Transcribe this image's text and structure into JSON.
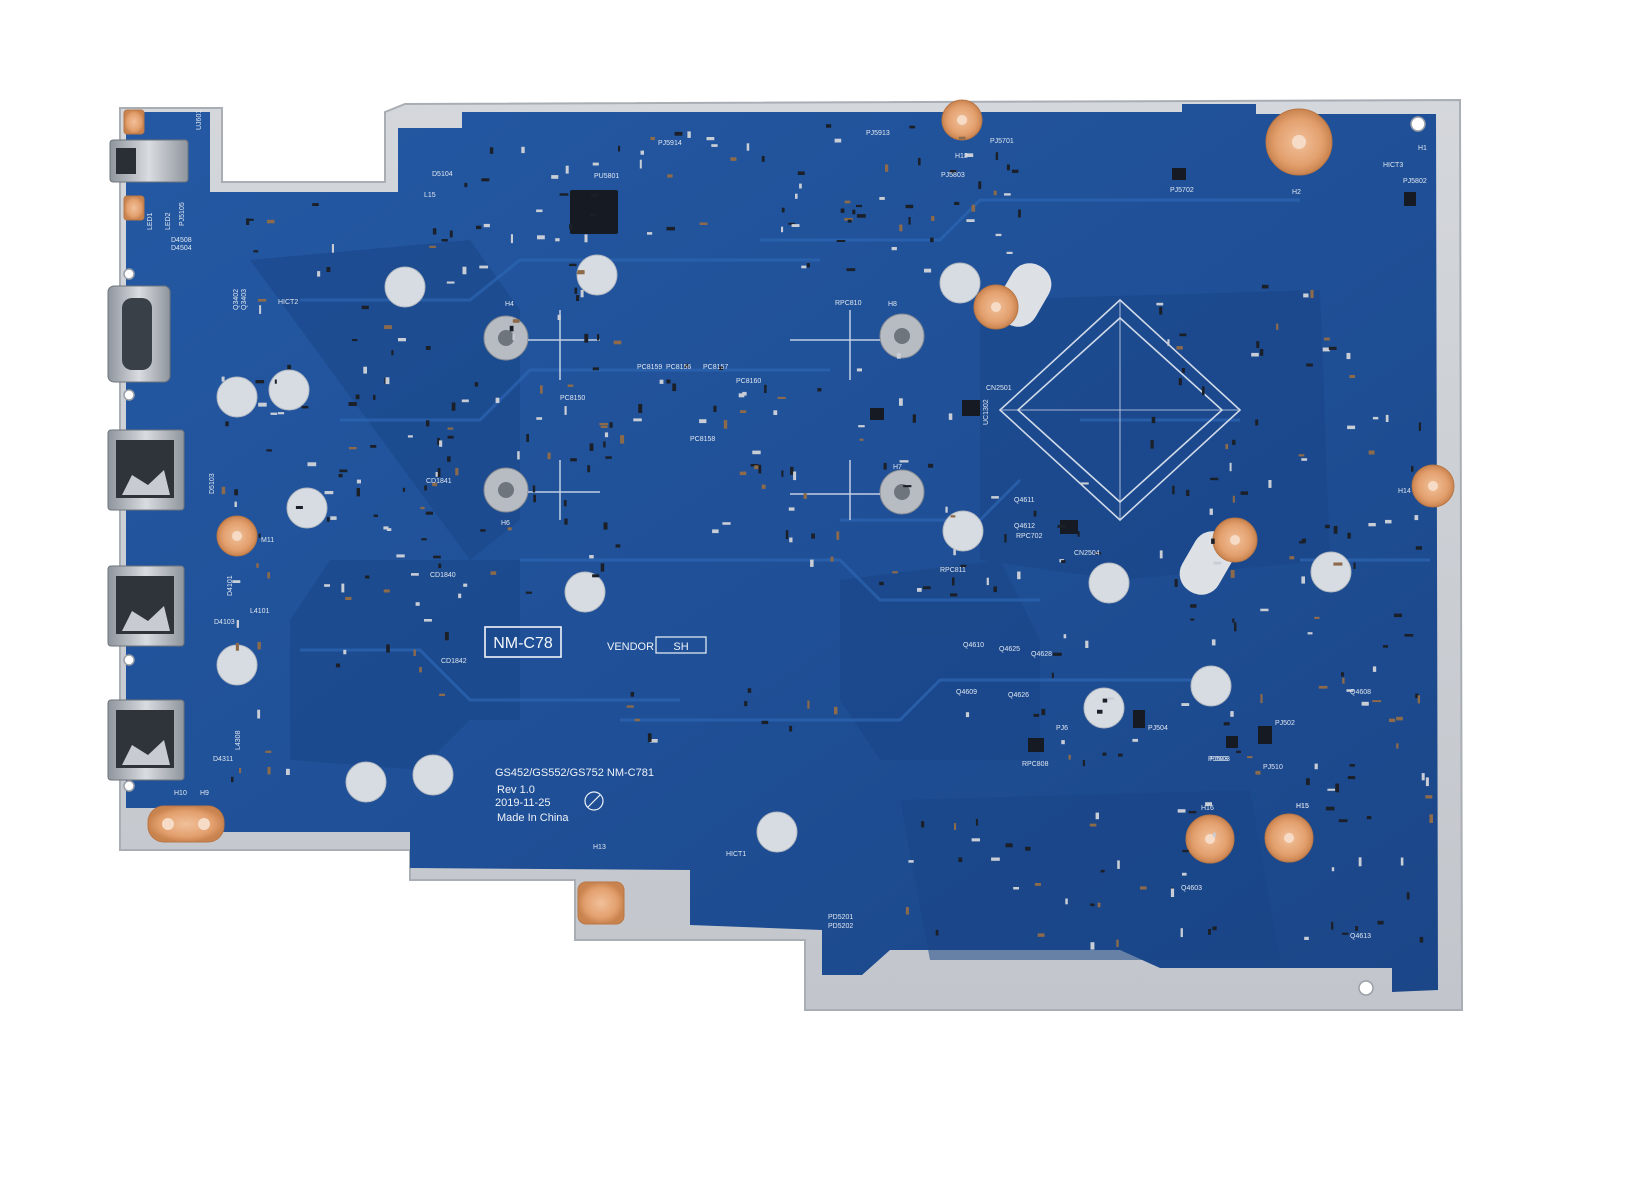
{
  "colors": {
    "background": "#ffffff",
    "pcb_blue": "#1f4f96",
    "pcb_blue_dark": "#163c78",
    "pcb_blue_light": "#2c63ad",
    "frame": "#c9cdd2",
    "frame_edge": "#a9aeb5",
    "copper_pad": "#e7a978",
    "silkscreen": "#e9eef5",
    "chip_black": "#161a22",
    "port_metal": "#b7bcc3"
  },
  "board": {
    "model_box": "NM-C78",
    "vendor_label": "VENDOR",
    "vendor_value": "SH",
    "board_lines": [
      "GS452/GS552/GS752 NM-C781",
      "Rev 1.0",
      "2019-11-25",
      "Made In China"
    ]
  },
  "silkscreen_labels": [
    "UJ601",
    "D5104",
    "L15",
    "LED1",
    "LED2",
    "D4508",
    "D4504",
    "PJ5105",
    "Q3402",
    "Q3403",
    "HICT2",
    "D5103",
    "M11",
    "D4101",
    "L4101",
    "D4103",
    "L4308",
    "D4311",
    "H10",
    "H9",
    "H13",
    "HICT1",
    "H4",
    "H6",
    "H8",
    "H7",
    "RPC810",
    "PC8159",
    "PC8156",
    "PC8157",
    "PC8158",
    "PC8160",
    "PC8150",
    "CD1841",
    "CD1840",
    "CD1842",
    "PU5801",
    "PJ5914",
    "PJ5803",
    "PJ5913",
    "H12",
    "PJ5701",
    "PJ5702",
    "H2",
    "H1",
    "HICT3",
    "PJ5802",
    "H15",
    "H14",
    "CN2501",
    "UC1302",
    "Q4611",
    "Q4612",
    "RPC702",
    "CN2504",
    "RPC811",
    "Q4610",
    "Q4625",
    "Q4628",
    "Q4626",
    "Q4609",
    "PJ6",
    "RPC808",
    "PJ504",
    "PJ503",
    "PJ502",
    "PJ510",
    "Q4608",
    "H16",
    "H15",
    "Q4603",
    "PD5201",
    "PD5202",
    "Q4613",
    "PJ503"
  ]
}
